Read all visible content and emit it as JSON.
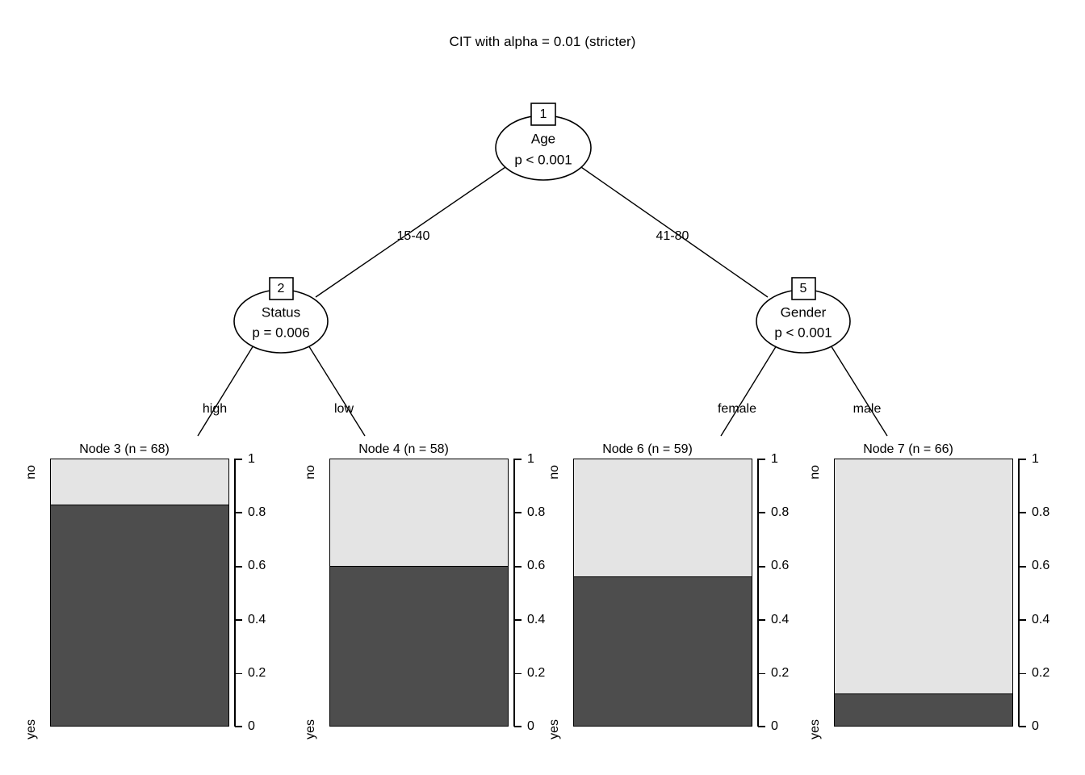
{
  "title": "CIT with alpha = 0.01 (stricter)",
  "chart_data": {
    "type": "tree",
    "title": "CIT with alpha = 0.01 (stricter)",
    "response_levels": [
      "no",
      "yes"
    ],
    "yaxis": {
      "ticks": [
        0,
        0.2,
        0.4,
        0.6,
        0.8,
        1
      ],
      "ticklabels": [
        "0",
        "0.2",
        "0.4",
        "0.6",
        "0.8",
        "1"
      ],
      "ylim": [
        0,
        1
      ],
      "grid": false
    },
    "colors": {
      "no_fill": "#e4e4e4",
      "yes_fill": "#4d4d4d",
      "stroke": "#000000",
      "background": "#ffffff"
    },
    "inner_nodes": [
      {
        "id": "1",
        "variable": "Age",
        "pvalue": "p < 0.001"
      },
      {
        "id": "2",
        "variable": "Status",
        "pvalue": "p = 0.006"
      },
      {
        "id": "5",
        "variable": "Gender",
        "pvalue": "p < 0.001"
      }
    ],
    "edges": [
      {
        "from": "1",
        "to": "2",
        "label": "15-40"
      },
      {
        "from": "1",
        "to": "5",
        "label": "41-80"
      },
      {
        "from": "2",
        "to": "3",
        "label": "high"
      },
      {
        "from": "2",
        "to": "4",
        "label": "low"
      },
      {
        "from": "5",
        "to": "6",
        "label": "female"
      },
      {
        "from": "5",
        "to": "7",
        "label": "male"
      }
    ],
    "terminal_nodes": [
      {
        "id": "3",
        "title": "Node 3 (n = 68)",
        "n": 68,
        "yes": 0.83,
        "no": 0.17
      },
      {
        "id": "4",
        "title": "Node 4 (n = 58)",
        "n": 58,
        "yes": 0.6,
        "no": 0.4
      },
      {
        "id": "6",
        "title": "Node 6 (n = 59)",
        "n": 59,
        "yes": 0.56,
        "no": 0.44
      },
      {
        "id": "7",
        "title": "Node 7 (n = 66)",
        "n": 66,
        "yes": 0.12,
        "no": 0.88
      }
    ]
  },
  "tree": {
    "node1": {
      "id": "1",
      "variable": "Age",
      "pvalue": "p < 0.001"
    },
    "node2": {
      "id": "2",
      "variable": "Status",
      "pvalue": "p = 0.006"
    },
    "node5": {
      "id": "5",
      "variable": "Gender",
      "pvalue": "p < 0.001"
    },
    "edge_labels": {
      "e1_left": "15-40",
      "e1_right": "41-80",
      "e2_left": "high",
      "e2_right": "low",
      "e5_left": "female",
      "e5_right": "male"
    }
  },
  "panels": [
    {
      "title": "Node 3 (n = 68)",
      "ylabel_top": "no",
      "ylabel_bottom": "yes",
      "ticklabels": [
        "1",
        "0.8",
        "0.6",
        "0.4",
        "0.2",
        "0"
      ]
    },
    {
      "title": "Node 4 (n = 58)",
      "ylabel_top": "no",
      "ylabel_bottom": "yes",
      "ticklabels": [
        "1",
        "0.8",
        "0.6",
        "0.4",
        "0.2",
        "0"
      ]
    },
    {
      "title": "Node 6 (n = 59)",
      "ylabel_top": "no",
      "ylabel_bottom": "yes",
      "ticklabels": [
        "1",
        "0.8",
        "0.6",
        "0.4",
        "0.2",
        "0"
      ]
    },
    {
      "title": "Node 7 (n = 66)",
      "ylabel_top": "no",
      "ylabel_bottom": "yes",
      "ticklabels": [
        "1",
        "0.8",
        "0.6",
        "0.4",
        "0.2",
        "0"
      ]
    }
  ]
}
